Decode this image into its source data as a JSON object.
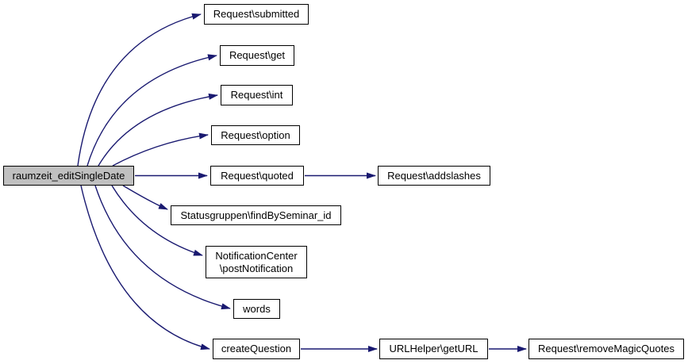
{
  "diagram": {
    "kind": "doxygen-call-graph",
    "root_function": "raumzeit_editSingleDate"
  },
  "colors": {
    "edge": "#191970",
    "node-border": "#000000",
    "node-fill": "#ffffff",
    "root-fill": "#c0c0c0",
    "text": "#000000",
    "background": "#ffffff"
  },
  "nodes": {
    "root": {
      "label": "raumzeit_editSingleDate"
    },
    "submitted": {
      "label": "Request\\submitted"
    },
    "get": {
      "label": "Request\\get"
    },
    "int": {
      "label": "Request\\int"
    },
    "option": {
      "label": "Request\\option"
    },
    "quoted": {
      "label": "Request\\quoted"
    },
    "addslashes": {
      "label": "Request\\addslashes"
    },
    "statusgruppen": {
      "label": "Statusgruppen\\findBySeminar_id"
    },
    "notification": {
      "line1": "NotificationCenter",
      "line2": "\\postNotification"
    },
    "words": {
      "label": "words"
    },
    "createQuestion": {
      "label": "createQuestion"
    },
    "getURL": {
      "label": "URLHelper\\getURL"
    },
    "removeMagicQuotes": {
      "label": "Request\\removeMagicQuotes"
    }
  },
  "edges": [
    {
      "from": "raumzeit_editSingleDate",
      "to": "Request\\submitted"
    },
    {
      "from": "raumzeit_editSingleDate",
      "to": "Request\\get"
    },
    {
      "from": "raumzeit_editSingleDate",
      "to": "Request\\int"
    },
    {
      "from": "raumzeit_editSingleDate",
      "to": "Request\\option"
    },
    {
      "from": "raumzeit_editSingleDate",
      "to": "Request\\quoted"
    },
    {
      "from": "raumzeit_editSingleDate",
      "to": "Statusgruppen\\findBySeminar_id"
    },
    {
      "from": "raumzeit_editSingleDate",
      "to": "NotificationCenter\\postNotification"
    },
    {
      "from": "raumzeit_editSingleDate",
      "to": "words"
    },
    {
      "from": "raumzeit_editSingleDate",
      "to": "createQuestion"
    },
    {
      "from": "Request\\quoted",
      "to": "Request\\addslashes"
    },
    {
      "from": "createQuestion",
      "to": "URLHelper\\getURL"
    },
    {
      "from": "URLHelper\\getURL",
      "to": "Request\\removeMagicQuotes"
    }
  ]
}
